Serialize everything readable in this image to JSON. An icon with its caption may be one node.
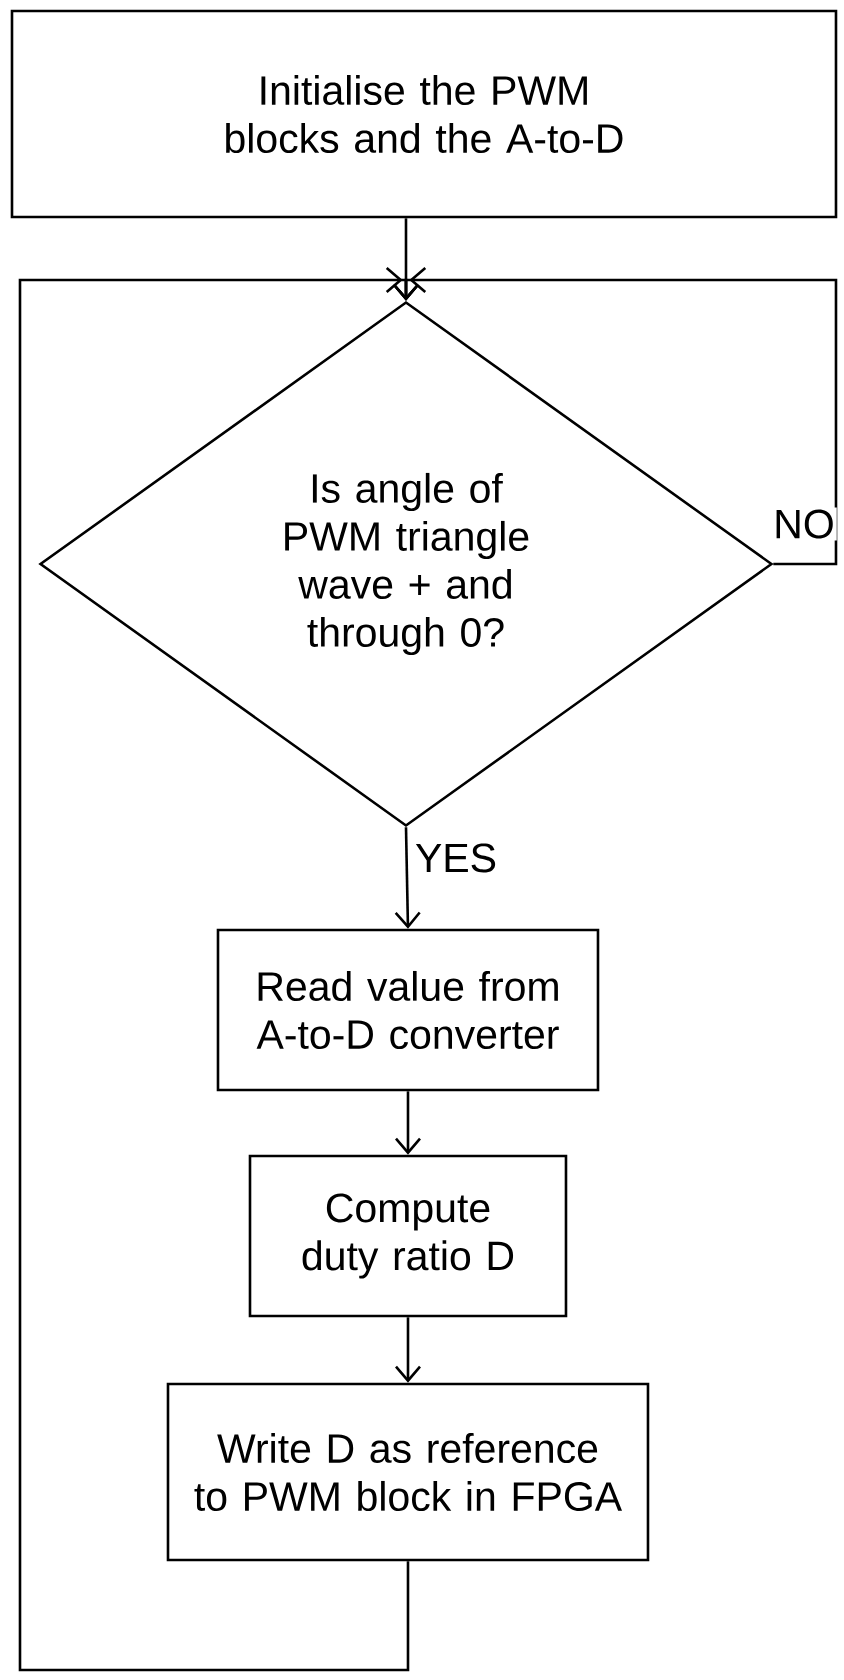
{
  "diagram": {
    "nodes": [
      {
        "text": [
          "Initialise the PWM blocks and the A-to-D"
        ]
      },
      {
        "text": [
          "Is angle of PWM triangle wave + and through 0?"
        ]
      },
      {
        "text": [
          "Read value from A-to-D converter"
        ]
      },
      {
        "text": [
          "Compute duty ratio D"
        ]
      },
      {
        "text": [
          "Write D as reference to PWM block in FPGA"
        ]
      }
    ],
    "edges": [
      {
        "from": 0,
        "to": 1,
        "arrow": "to"
      },
      {
        "from": 1,
        "to": 1,
        "arrow": "to",
        "label": "NO"
      },
      {
        "from": 1,
        "to": 2,
        "arrow": "to",
        "label": "YES"
      },
      {
        "from": 2,
        "to": 3,
        "arrow": "to"
      },
      {
        "from": 3,
        "to": 4,
        "arrow": "to"
      },
      {
        "from": 4,
        "to": 1,
        "arrow": "to"
      }
    ]
  }
}
